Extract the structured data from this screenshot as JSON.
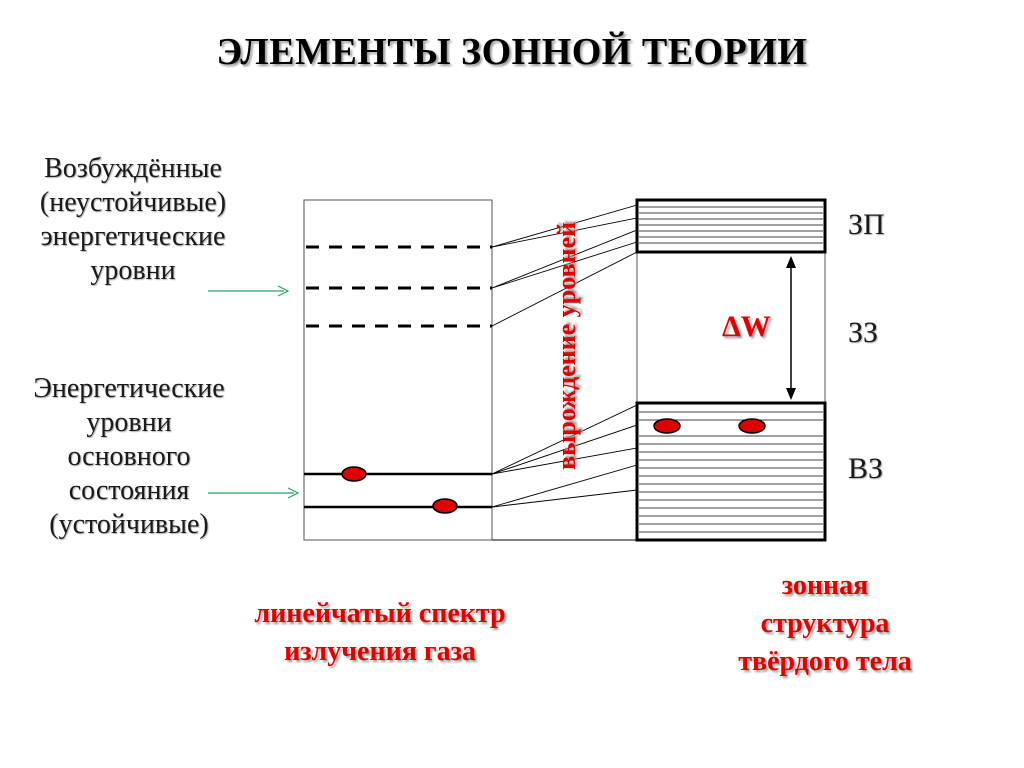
{
  "title": "ЭЛЕМЕНТЫ ЗОННОЙ ТЕОРИИ",
  "left_labels": {
    "excited": [
      "Возбуждённые",
      "(неустойчивые)",
      "энергетические",
      "уровни"
    ],
    "ground": [
      "Энергетические",
      "уровни",
      "основного",
      "состояния",
      "(устойчивые)"
    ]
  },
  "vertical_label": "вырождение уровней",
  "zones": {
    "conduction": "ЗП",
    "forbidden": "ЗЗ",
    "valence": "ВЗ"
  },
  "gap_label": "ΔW",
  "captions": {
    "gas_spectrum": [
      "линейчатый спектр",
      "излучения газа"
    ],
    "solid_structure": [
      "зонная",
      "структура",
      "твёрдого тела"
    ]
  },
  "colors": {
    "accent_red": "#e00000",
    "arrow_green": "#2aa35a",
    "line": "#000000"
  }
}
